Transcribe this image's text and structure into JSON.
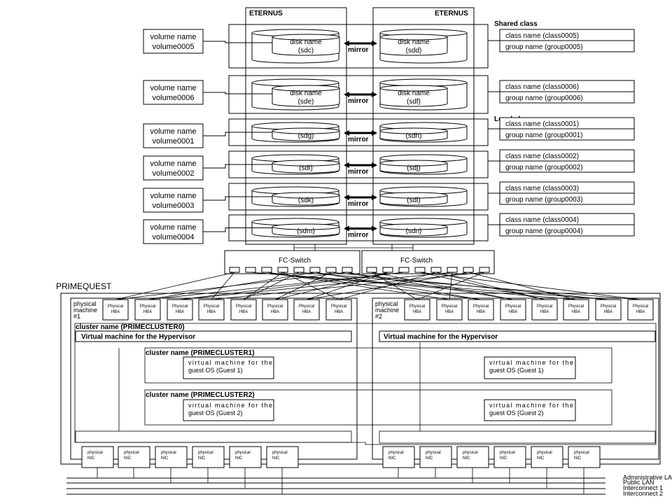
{
  "storage": {
    "left_title": "ETERNUS",
    "right_title": "ETERNUS",
    "mirror_label": "mirror",
    "disk_name_label": "disk name"
  },
  "volumes": [
    {
      "label": "volume name",
      "name": "volume0005",
      "left_disk": "(sdc)",
      "right_disk": "(sdd)",
      "named": true,
      "class_name": "class name (class0005)",
      "group_name": "group name (group0005)"
    },
    {
      "label": "volume name",
      "name": "volume0006",
      "left_disk": "(sde)",
      "right_disk": "(sdf)",
      "named": true,
      "class_name": "class name (class0006)",
      "group_name": "group name (group0006)"
    },
    {
      "label": "volume name",
      "name": "volume0001",
      "left_disk": "(sdg)",
      "right_disk": "(sdh)",
      "named": false,
      "class_name": "class name (class0001)",
      "group_name": "group name (group0001)"
    },
    {
      "label": "volume name",
      "name": "volume0002",
      "left_disk": "(sdi)",
      "right_disk": "(sdj)",
      "named": false,
      "class_name": "class name (class0002)",
      "group_name": "group name (group0002)"
    },
    {
      "label": "volume name",
      "name": "volume0003",
      "left_disk": "(sdk)",
      "right_disk": "(sdl)",
      "named": false,
      "class_name": "class name (class0003)",
      "group_name": "group name (group0003)"
    },
    {
      "label": "volume name",
      "name": "volume0004",
      "left_disk": "(sdm)",
      "right_disk": "(sdn)",
      "named": false,
      "class_name": "class name (class0004)",
      "group_name": "group name (group0004)"
    }
  ],
  "class_headers": {
    "shared": "Shared class",
    "local": "Local class"
  },
  "switches": {
    "left": "FC-Switch",
    "right": "FC-Switch"
  },
  "server": {
    "title": "PRIMEQUEST",
    "machines": [
      {
        "label_line1": "physical",
        "label_line2": "machine",
        "label_line3": "#1"
      },
      {
        "label_line1": "physical",
        "label_line2": "machine",
        "label_line3": "#2"
      }
    ],
    "hba_line1": "Physical",
    "hba_line2": "HBA",
    "nic_line1": "physical",
    "nic_line2": "NIC",
    "cluster0": "cluster name (PRIMECLUSTER0)",
    "hypervisor": "Virtual machine for the Hypervisor",
    "cluster1": "cluster name (PRIMECLUSTER1)",
    "cluster2": "cluster name (PRIMECLUSTER2)",
    "guest1_line1": "virtual machine for the",
    "guest1_line2": "guest OS (Guest 1)",
    "guest2_line1": "virtual machine for the",
    "guest2_line2": "guest OS (Guest 2)"
  },
  "networks": [
    "Administrative LAN",
    "Public LAN",
    "Interconnect 1",
    "Interconnect 2"
  ]
}
